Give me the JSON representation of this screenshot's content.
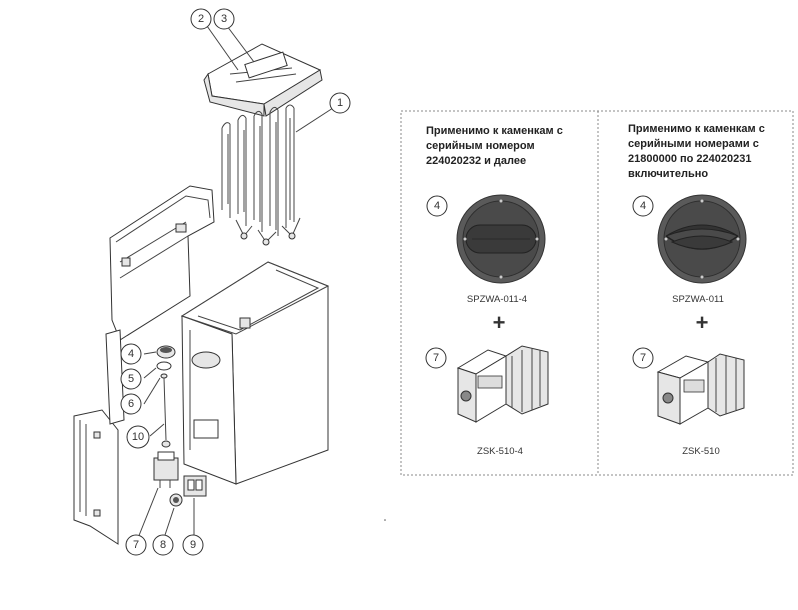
{
  "callouts": {
    "c1": "1",
    "c2": "2",
    "c3": "3",
    "c4": "4",
    "c5": "5",
    "c6": "6",
    "c7": "7",
    "c8": "8",
    "c9": "9",
    "c10": "10"
  },
  "panel_left": {
    "heading_line1": "Применимо к каменкам с",
    "heading_line2": "серийным номером",
    "heading_line3": "224020232 и далее",
    "callout_top": "4",
    "model_top": "SPZWA-011-4",
    "plus": "+",
    "callout_bottom": "7",
    "model_bottom": "ZSK-510-4"
  },
  "panel_right": {
    "heading_line1": "Применимо к каменкам с",
    "heading_line2": "серийными номерами с",
    "heading_line3": "21800000 по 224020231",
    "heading_line4": "включительно",
    "callout_top": "4",
    "model_top": "SPZWA-011",
    "plus": "+",
    "callout_bottom": "7",
    "model_bottom": "ZSK-510"
  },
  "colors": {
    "line": "#444444",
    "knob": "#555555",
    "knob_dark": "#3a3a3a",
    "dash": "#888888"
  }
}
